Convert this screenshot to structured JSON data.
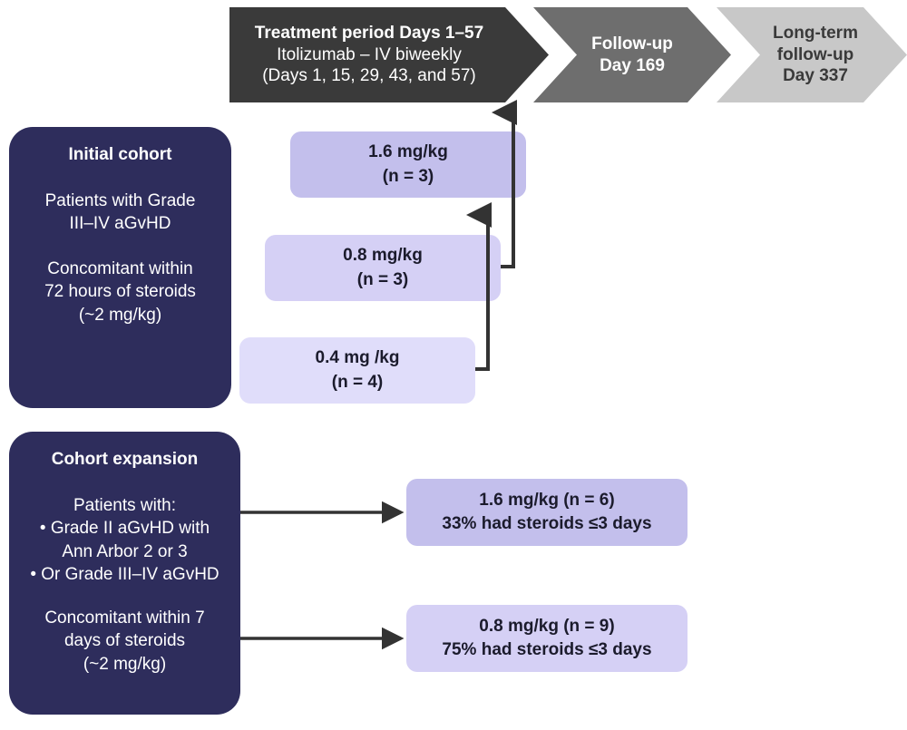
{
  "timeline": {
    "treatment": {
      "line1": "Treatment period Days 1–57",
      "line2": "Itolizumab – IV biweekly",
      "line3": "(Days 1, 15, 29, 43, and 57)"
    },
    "followup": {
      "line1": "Follow-up",
      "line2": "Day 169"
    },
    "long_term_followup": {
      "line1": "Long-term",
      "line2": "follow-up",
      "line3": "Day 337"
    }
  },
  "initial_cohort": {
    "title": "Initial cohort",
    "criteria": "Patients with Grade\nIII–IV aGvHD",
    "steroids": "Concomitant within\n72 hours of steroids\n(~2 mg/kg)",
    "doses": [
      {
        "label": "1.6 mg/kg",
        "n": "(n = 3)",
        "color": "#c3bfec"
      },
      {
        "label": "0.8 mg/kg",
        "n": "(n = 3)",
        "color": "#d5d0f5"
      },
      {
        "label": "0.4 mg /kg",
        "n": "(n = 4)",
        "color": "#e0ddfa"
      }
    ]
  },
  "cohort_expansion": {
    "title": "Cohort expansion",
    "lead": "Patients with:",
    "bullets": [
      "• Grade II aGvHD  with\nAnn Arbor 2 or 3",
      "• Or Grade III–IV aGvHD"
    ],
    "steroids": "Concomitant within 7\ndays of steroids\n(~2 mg/kg)",
    "doses": [
      {
        "label": "1.6 mg/kg (n = 6)",
        "detail": "33% had steroids ≤3 days",
        "color": "#c3bfec"
      },
      {
        "label": "0.8 mg/kg (n = 9)",
        "detail": "75% had steroids ≤3 days",
        "color": "#d5d0f5"
      }
    ]
  },
  "colors": {
    "navy_panel": "#2e2d5c",
    "chevron_dark": "#3a3a3a",
    "chevron_mid": "#6e6e6e",
    "chevron_light": "#c8c8c8",
    "dose_dark": "#c3bfec",
    "dose_mid": "#d5d0f5",
    "dose_light": "#e0ddfa",
    "connector": "#333333",
    "background": "#ffffff"
  }
}
